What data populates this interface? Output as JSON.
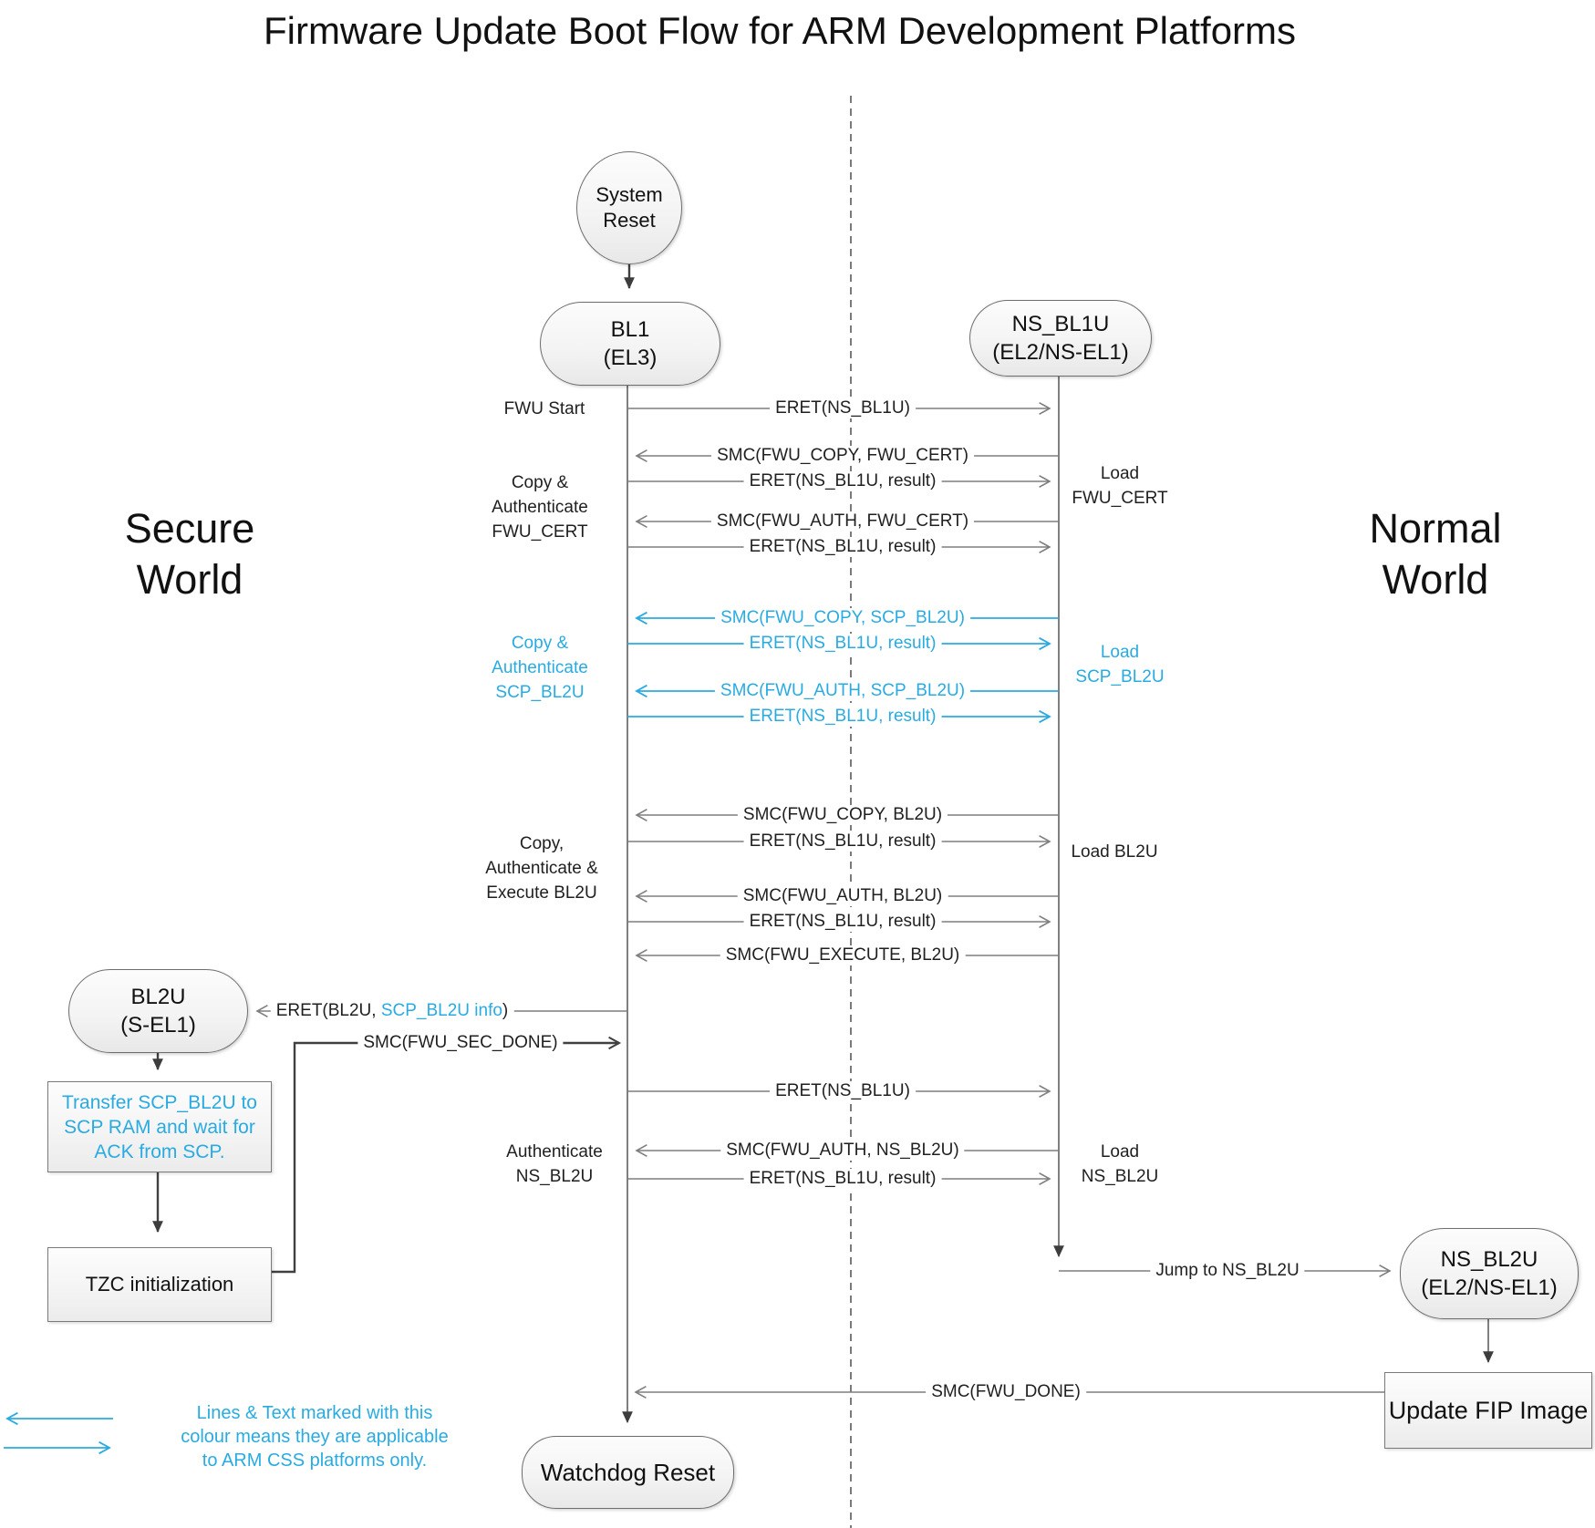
{
  "title": "Firmware Update Boot Flow for ARM Development Platforms",
  "colors": {
    "accent_blue": "#29ABE2",
    "line_gray": "#7F7F7F",
    "line_dark": "#404040",
    "text_dark": "#1A1A1A"
  },
  "worlds": {
    "secure": "Secure\nWorld",
    "normal": "Normal\nWorld"
  },
  "nodes": {
    "system_reset": "System\nReset",
    "bl1": "BL1\n(EL3)",
    "ns_bl1u": "NS_BL1U\n(EL2/NS-EL1)",
    "bl2u": "BL2U\n(S-EL1)",
    "ns_bl2u": "NS_BL2U\n(EL2/NS-EL1)",
    "watchdog_reset": "Watchdog Reset",
    "update_fip": "Update FIP Image",
    "transfer_scp": "Transfer SCP_BL2U to\nSCP RAM and wait for\nACK from SCP.",
    "tzc_init": "TZC initialization"
  },
  "messages": [
    {
      "label": "ERET(NS_BL1U)",
      "direction": "right",
      "arm_css_only": false
    },
    {
      "label": "SMC(FWU_COPY, FWU_CERT)",
      "direction": "left",
      "arm_css_only": false
    },
    {
      "label": "ERET(NS_BL1U, result)",
      "direction": "right",
      "arm_css_only": false
    },
    {
      "label": "SMC(FWU_AUTH, FWU_CERT)",
      "direction": "left",
      "arm_css_only": false
    },
    {
      "label": "ERET(NS_BL1U, result)",
      "direction": "right",
      "arm_css_only": false
    },
    {
      "label": "SMC(FWU_COPY, SCP_BL2U)",
      "direction": "left",
      "arm_css_only": true
    },
    {
      "label": "ERET(NS_BL1U, result)",
      "direction": "right",
      "arm_css_only": true
    },
    {
      "label": "SMC(FWU_AUTH, SCP_BL2U)",
      "direction": "left",
      "arm_css_only": true
    },
    {
      "label": "ERET(NS_BL1U, result)",
      "direction": "right",
      "arm_css_only": true
    },
    {
      "label": "SMC(FWU_COPY, BL2U)",
      "direction": "left",
      "arm_css_only": false
    },
    {
      "label": "ERET(NS_BL1U, result)",
      "direction": "right",
      "arm_css_only": false
    },
    {
      "label": "SMC(FWU_AUTH, BL2U)",
      "direction": "left",
      "arm_css_only": false
    },
    {
      "label": "ERET(NS_BL1U, result)",
      "direction": "right",
      "arm_css_only": false
    },
    {
      "label": "SMC(FWU_EXECUTE, BL2U)",
      "direction": "left",
      "arm_css_only": false
    },
    {
      "label": "ERET(NS_BL1U)",
      "direction": "right",
      "arm_css_only": false
    },
    {
      "label": "SMC(FWU_AUTH, NS_BL2U)",
      "direction": "left",
      "arm_css_only": false
    },
    {
      "label": "ERET(NS_BL1U, result)",
      "direction": "right",
      "arm_css_only": false
    }
  ],
  "phase_labels": {
    "left": {
      "fwu_start": "FWU Start",
      "copy_auth_fwu_cert": "Copy &\nAuthenticate\nFWU_CERT",
      "copy_auth_scp_bl2u": "Copy &\nAuthenticate\nSCP_BL2U",
      "copy_auth_exec_bl2u": "Copy,\nAuthenticate &\nExecute BL2U",
      "auth_ns_bl2u": "Authenticate\nNS_BL2U"
    },
    "right": {
      "load_fwu_cert": "Load\nFWU_CERT",
      "load_scp_bl2u": "Load\nSCP_BL2U",
      "load_bl2u": "Load BL2U",
      "load_ns_bl2u": "Load\nNS_BL2U"
    }
  },
  "flow_labels": {
    "eret_bl2u_prefix": "ERET(BL2U, ",
    "eret_bl2u_css_part": "SCP_BL2U info",
    "eret_bl2u_suffix": ")",
    "smc_sec_done": "SMC(FWU_SEC_DONE)",
    "jump_ns_bl2u": "Jump to NS_BL2U",
    "smc_done": "SMC(FWU_DONE)"
  },
  "legend": {
    "note": "Lines & Text marked with this\ncolour means they are applicable\nto ARM CSS platforms only."
  }
}
